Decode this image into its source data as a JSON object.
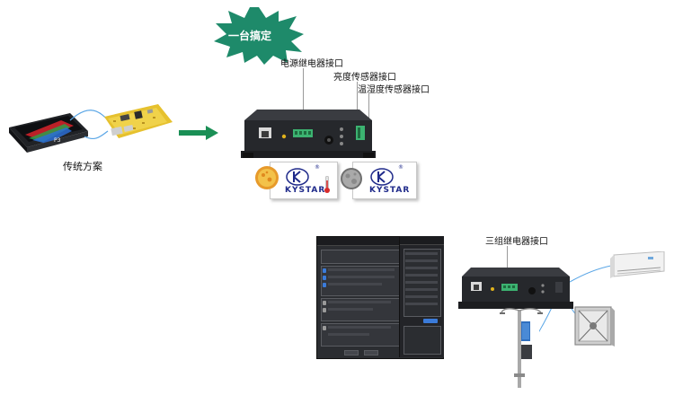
{
  "badge": {
    "text": "一台搞定"
  },
  "callouts": {
    "power_relay": "电源继电器接口",
    "brightness_sensor": "亮度传感器接口",
    "temp_humidity_sensor": "温湿度传感器接口",
    "three_relay": "三组继电器接口"
  },
  "traditional": {
    "label": "传统方案",
    "panel_mark": "P3"
  },
  "brand": {
    "name": "KYSTAR",
    "registered": "®"
  },
  "colors": {
    "badge_green": "#1e8a6a",
    "arrow_green": "#1a8f55",
    "device_dark": "#2c2e32",
    "relay_green": "#3cb371",
    "brand_blue": "#1f2a8a",
    "cable_blue": "#5aa6e6"
  },
  "icons": [
    "sun-icon",
    "moon-icon",
    "thermometer-icon",
    "arrow-right-icon"
  ]
}
